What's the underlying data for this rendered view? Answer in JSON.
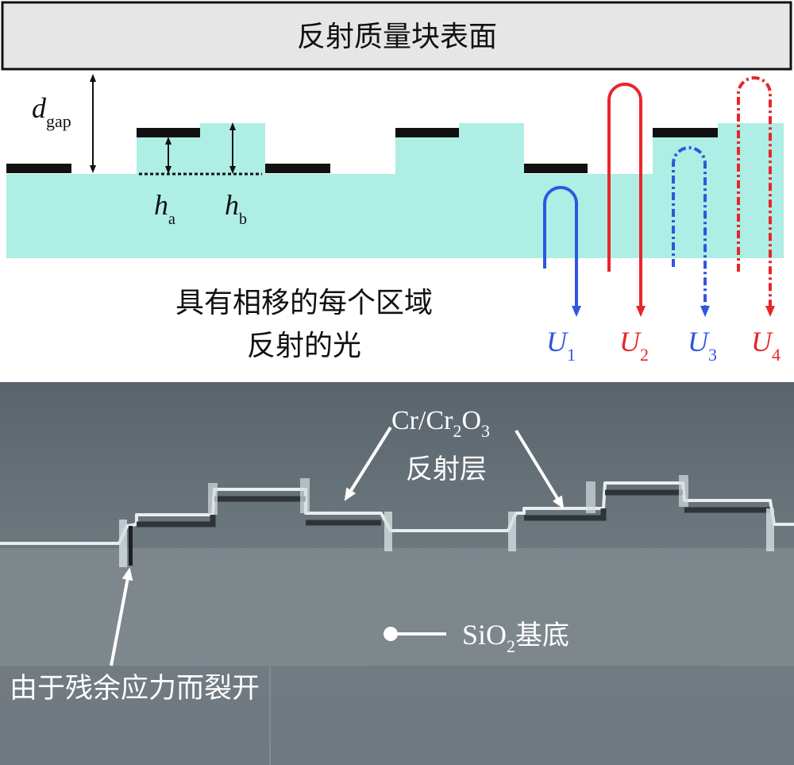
{
  "diagram": {
    "mass_label": "反射质量块表面",
    "gap_symbol": "d",
    "gap_subscript": "gap",
    "ha_symbol": "h",
    "ha_subscript": "a",
    "hb_symbol": "h",
    "hb_subscript": "b",
    "caption_line1": "具有相移的每个区域",
    "caption_line2": "反射的光",
    "beams": [
      {
        "symbol": "U",
        "index": "1",
        "color": "#2f56e0",
        "style": "solid"
      },
      {
        "symbol": "U",
        "index": "2",
        "color": "#e8262a",
        "style": "solid"
      },
      {
        "symbol": "U",
        "index": "3",
        "color": "#2f56e0",
        "style": "dash-dot"
      },
      {
        "symbol": "U",
        "index": "4",
        "color": "#e8262a",
        "style": "dash-dot"
      }
    ],
    "colors": {
      "substrate": "#aeeee4",
      "metal": "#111111",
      "mass_fill": "#e6e6e6"
    }
  },
  "micrograph": {
    "layer_label_cr": "Cr/Cr",
    "layer_sub_2": "2",
    "layer_label_o": "O",
    "layer_sub_3": "3",
    "layer_label_line2": "反射层",
    "substrate_label_si": "SiO",
    "substrate_sub_2": "2",
    "substrate_label_rest": "基底",
    "crack_label": "由于残余应力而裂开"
  }
}
